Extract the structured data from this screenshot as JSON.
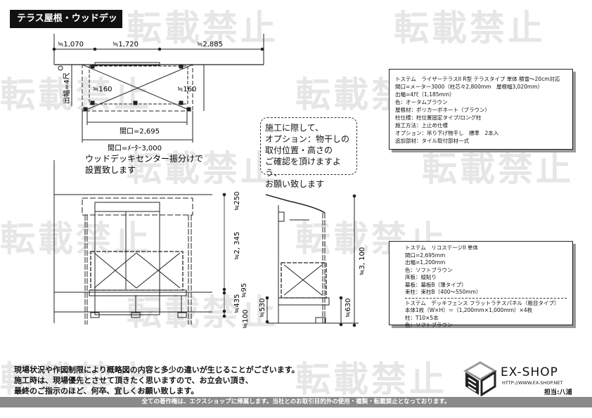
{
  "title": "テラス屋根・ウッドデッキ",
  "watermark": "転載禁止",
  "plan": {
    "dim_top": [
      "≒1,070",
      "≒1,720",
      "≒2,885"
    ],
    "depth_label": "出幅=4尺",
    "offset_left": "≒160",
    "offset_right": "≒160",
    "width_deck": "間口=2,695",
    "width_roof": "間口=ﾒｰﾀｰ3,000",
    "note_lines": [
      "ウッドデッキセンター振分けで",
      "設置致します"
    ]
  },
  "elevation": {
    "dims_front": [
      "≒250",
      "≒2, 345",
      "≒95",
      "≒435",
      "≒100"
    ],
    "dims_side": [
      "≒530",
      "≒630",
      "≒3, 100"
    ]
  },
  "bubble_lines": [
    "施工に際して、",
    "オプション：物干しの",
    "取付位置・高さの",
    "ご確認を頂けますよう、",
    "お願い致します"
  ],
  "spec_roof": [
    "トステム　ライザーテラスII R型 テラスタイプ 単体 積雪～20cm対応",
    "間口=メーター3000（柱芯々2,800mm　屋根幅3,020mm）",
    "出幅=4尺（1,185mm）",
    "色：オータムブラウン",
    "屋根材：ポリカーボネート（ブラウン）",
    "柱仕様：柱位置固定タイプ/ロング柱",
    "施工方法：上止め仕様",
    "オプション：吊り下げ物干し　標準　2本入",
    "追加部材：タイル取付部材一式"
  ],
  "spec_deck": [
    "トステム　リコステージII 単体",
    "間口=2,695mm",
    "出幅=1,200mm",
    "色：ソフトブラウン",
    "床板：縦貼り",
    "幕板：幕板B（薄タイプ）",
    "束柱：束柱B（400～550mm）"
  ],
  "spec_fence": [
    "トステム　デッキフェンス フラットラチスパネル（粗目タイプ）",
    "本体1枚（W×H）＝（1,200mm×1,000mm）×4枚",
    "柱：T10×5本",
    "色：ソフトブラウン"
  ],
  "footer_lines": [
    "現場状況や作図制限により概略図の内容と多少の違いが生じることがございます。",
    "施工時は、現場優先とさせて頂きたく思いますので、お立会い頂き、",
    "最終のご指示のほど、何卒、宜しくお願い致します。"
  ],
  "logo": {
    "brand": "EX-SHOP",
    "url": "HTTP://WWW.EX-SHOP.NET",
    "staff": "担当:八浦"
  },
  "copyright": "全ての著作権は、エクスショップに帰属します。当社とのお取引目的外の使用・複製・転載禁止となっております。"
}
